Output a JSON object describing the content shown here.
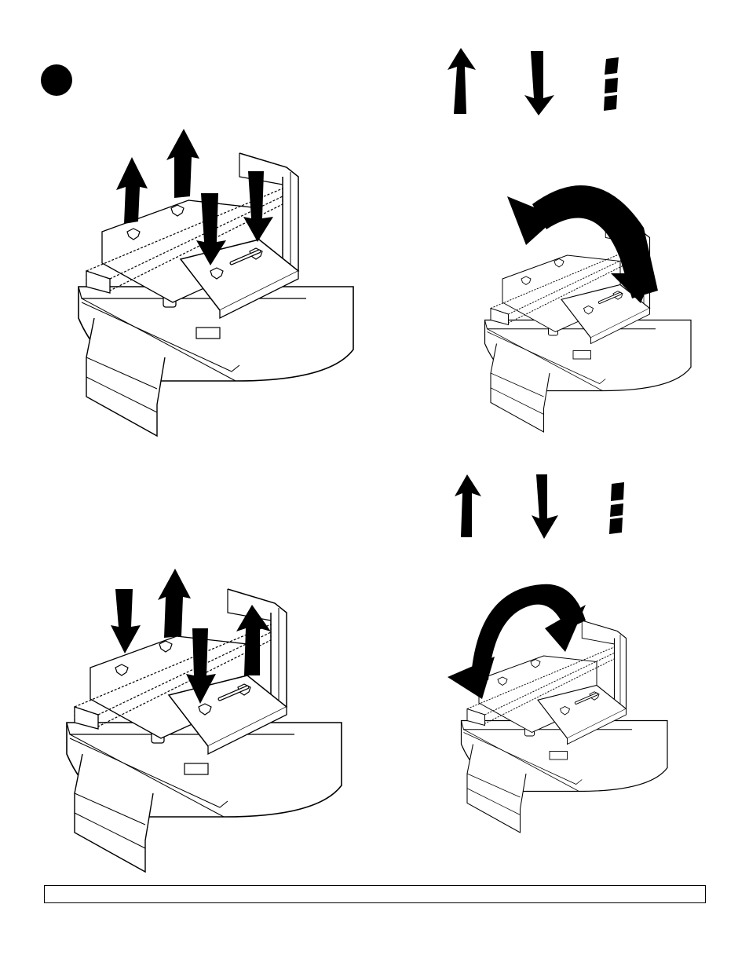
{
  "step": {
    "number": ""
  },
  "legend_rows": [
    {
      "symbols": [
        "arrow-up",
        "arrow-down",
        "equals-bars"
      ]
    },
    {
      "symbols": [
        "arrow-up",
        "arrow-down",
        "equals-bars"
      ]
    }
  ],
  "panels": [
    {
      "id": "top-left",
      "arrows": [
        "up",
        "up",
        "down",
        "down"
      ]
    },
    {
      "id": "top-right",
      "arrows": [
        "rotate"
      ]
    },
    {
      "id": "bottom-left",
      "arrows": [
        "down",
        "up",
        "down",
        "up"
      ]
    },
    {
      "id": "bottom-right",
      "arrows": [
        "rotate"
      ]
    }
  ],
  "note": {
    "text": ""
  },
  "colors": {
    "ink": "#000000",
    "paper": "#ffffff",
    "shade": "#e6e6e6"
  }
}
